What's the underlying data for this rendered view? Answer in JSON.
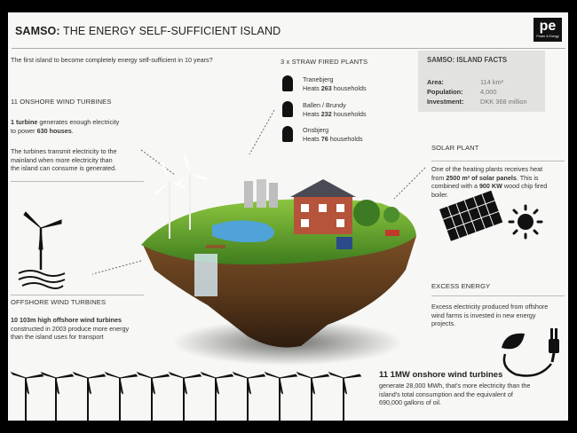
{
  "header": {
    "title_bold": "SAMSO:",
    "title_rest": " THE ENERGY SELF-SUFFICIENT ISLAND",
    "logo_text": "pe",
    "logo_sub": "Power & Energy"
  },
  "intro": "The first island to become completely energy self-sufficient in 10 years?",
  "onshore": {
    "heading": "11 ONSHORE WIND TURBINES",
    "line1_bold": "1 turbine",
    "line1_rest": " generates enough electricity",
    "line2_pre": "to power ",
    "line2_bold": "630 houses",
    "line2_post": ".",
    "para": [
      "The turbines transmit electricity to the",
      "mainland when more electricity than",
      "the island can consume is generated."
    ]
  },
  "straw": {
    "heading": "3 x STRAW FIRED PLANTS",
    "plants": [
      {
        "name": "Tranebjerg",
        "pre": "Heats ",
        "count": "263",
        "post": " households"
      },
      {
        "name": "Ballen / Brundy",
        "pre": "Heats ",
        "count": "232",
        "post": " households"
      },
      {
        "name": "Onsbjerg",
        "pre": "Heats ",
        "count": "76",
        "post": " households"
      }
    ]
  },
  "facts": {
    "heading": "SAMSO: ISLAND FACTS",
    "rows": [
      {
        "label": "Area:",
        "value": "114 km²"
      },
      {
        "label": "Population:",
        "value": "4,000"
      },
      {
        "label": "Investment:",
        "value": "DKK 368 million"
      }
    ]
  },
  "solar": {
    "heading": "SOLAR PLANT",
    "l1": "One of the heating plants receives heat",
    "l2_pre": "from ",
    "l2_bold": "2500 m² of solar panels",
    "l2_post": ". This is",
    "l3_pre": "combined with a ",
    "l3_bold": "900 KW",
    "l3_post": " wood chip fired",
    "l4": "boiler."
  },
  "offshore": {
    "heading": "OFFSHORE WIND TURBINES",
    "bold": "10 103m high offshore wind turbines",
    "lines": [
      "constructed in 2003 produce more energy",
      "than the island uses for transport"
    ]
  },
  "excess": {
    "heading": "EXCESS ENERGY",
    "lines": [
      "Excess electricity produced from offshore",
      "wind farms is invested in new energy",
      "projects."
    ]
  },
  "onshore_total": {
    "heading": "11 1MW onshore wind turbines",
    "lines": [
      "generate 28,000 MWh, that's more electricity than the",
      "island's total consumption and the equivalent of",
      "690,000 gallons of oil."
    ]
  },
  "icons": [
    "wind-turbine-icon",
    "chimney-icon",
    "solar-panel-icon",
    "sun-icon",
    "leaf-plug-icon",
    "island-illustration"
  ]
}
